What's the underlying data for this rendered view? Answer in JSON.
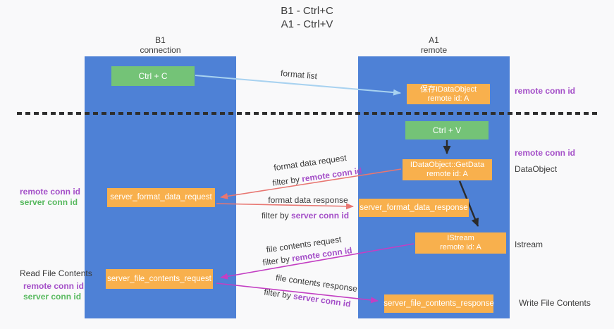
{
  "title": {
    "line1": "B1 - Ctrl+C",
    "line2": "A1 - Ctrl+V"
  },
  "lanes": {
    "left": {
      "name": "B1",
      "role": "connection"
    },
    "right": {
      "name": "A1",
      "role": "remote"
    }
  },
  "boxes": {
    "ctrl_c": {
      "label": "Ctrl + C"
    },
    "ctrl_v": {
      "label": "Ctrl + V"
    },
    "save_idataobject": {
      "line1": "保存IDataObject",
      "line2": "remote id: A"
    },
    "idataobject_getdata": {
      "line1": "IDataObject::GetData",
      "line2": "remote id: A"
    },
    "istream": {
      "line1": "IStream",
      "line2": "remote id: A"
    },
    "server_format_data_request": {
      "label": "server_format_data_request"
    },
    "server_format_data_response": {
      "label": "server_format_data_response"
    },
    "server_file_contents_request": {
      "label": "server_file_contents_request"
    },
    "server_file_contents_response": {
      "label": "server_file_contents_response"
    }
  },
  "flow_labels": {
    "format_list": "format list",
    "format_data_request": {
      "text": "format data request",
      "filter_prefix": "filter by ",
      "filter_key": "remote conn id"
    },
    "format_data_response": {
      "text": "format data response",
      "filter_prefix": "filter by ",
      "filter_key": "server conn id"
    },
    "file_contents_request": {
      "text": "file contents request",
      "filter_prefix": "filter by ",
      "filter_key": "remote conn id"
    },
    "file_contents_response": {
      "text": "file contents response",
      "filter_prefix": "filter by ",
      "filter_key": "server conn id"
    }
  },
  "side_labels": {
    "right_remote_conn_id_top": "remote conn id",
    "right_remote_conn_id_mid": "remote conn id",
    "dataobject": "DataObject",
    "istream": "Istream",
    "write_file_contents": "Write File Contents",
    "left_remote_conn_id_1": "remote conn id",
    "left_server_conn_id_1": "server conn id",
    "read_file_contents": "Read File Contents",
    "left_remote_conn_id_2": "remote conn id",
    "left_server_conn_id_2": "server conn id"
  },
  "colors": {
    "lane_blue": "#4e81d6",
    "box_orange": "#f8b04d",
    "box_green": "#74c377",
    "arrow_light_blue": "#a8d2f0",
    "arrow_red": "#e87671",
    "arrow_magenta": "#c33fc3",
    "arrow_black": "#2b2b2b",
    "label_purple": "#a44fc8",
    "label_green": "#58b95f"
  }
}
